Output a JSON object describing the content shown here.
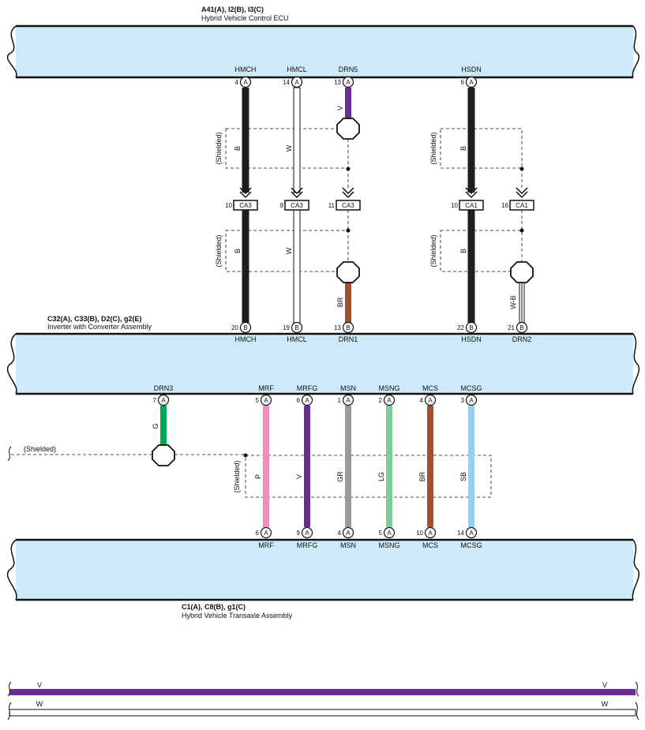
{
  "ecu": {
    "codes": "A41(A), I2(B), I3(C)",
    "name": "Hybrid Vehicle Control ECU"
  },
  "inverter": {
    "codes": "C32(A), C33(B), D2(C), g2(E)",
    "name": "Inverter with Converter Assembly"
  },
  "transaxle": {
    "codes": "C1(A), C8(B), g1(C)",
    "name": "Hybrid Vehicle Transaxle Assembly"
  },
  "shielded_label": "(Shielded)",
  "colors": {
    "box": "#cdeaf8",
    "black": "#1e1e1e",
    "violet": "#6a2d90",
    "brown": "#a0522d",
    "green": "#00a651",
    "pink": "#f08cbf",
    "gray": "#9a9a9a",
    "light_green": "#7ecb9d",
    "sky_blue": "#8fd3f4"
  },
  "top_wires": [
    {
      "top_name": "HMCH",
      "top_pin": "4",
      "top_conn": "A",
      "upper_color": "B",
      "mid_pin": "10",
      "mid_conn": "CA3",
      "lower_color": "B",
      "bot_pin": "20",
      "bot_conn": "B",
      "bot_name": "HMCH"
    },
    {
      "top_name": "HMCL",
      "top_pin": "14",
      "top_conn": "A",
      "upper_color": "W",
      "mid_pin": "9",
      "mid_conn": "CA3",
      "lower_color": "W",
      "bot_pin": "19",
      "bot_conn": "B",
      "bot_name": "HMCL"
    },
    {
      "top_name": "DRN5",
      "top_pin": "13",
      "top_conn": "A",
      "upper_color": "V",
      "mid_pin": "11",
      "mid_conn": "CA3",
      "lower_color": "BR",
      "bot_pin": "13",
      "bot_conn": "B",
      "bot_name": "DRN1"
    },
    {
      "top_name": "HSDN",
      "top_pin": "6",
      "top_conn": "A",
      "upper_color": "B",
      "mid_pin": "10",
      "mid_conn": "CA1",
      "lower_color": "B",
      "bot_pin": "22",
      "bot_conn": "B",
      "bot_name": "HSDN"
    },
    {
      "top_name": "",
      "top_pin": "",
      "top_conn": "",
      "upper_color": "",
      "mid_pin": "16",
      "mid_conn": "CA1",
      "lower_color": "W-B",
      "bot_pin": "21",
      "bot_conn": "B",
      "bot_name": "DRN2"
    }
  ],
  "bottom_wires": [
    {
      "top_name": "DRN3",
      "top_pin": "7",
      "top_conn": "A",
      "color": "G",
      "bot_pin": "",
      "bot_conn": "",
      "bot_name": ""
    },
    {
      "top_name": "MRF",
      "top_pin": "5",
      "top_conn": "A",
      "color": "P",
      "bot_pin": "6",
      "bot_conn": "A",
      "bot_name": "MRF"
    },
    {
      "top_name": "MRFG",
      "top_pin": "6",
      "top_conn": "A",
      "color": "V",
      "bot_pin": "9",
      "bot_conn": "A",
      "bot_name": "MRFG"
    },
    {
      "top_name": "MSN",
      "top_pin": "1",
      "top_conn": "A",
      "color": "GR",
      "bot_pin": "4",
      "bot_conn": "A",
      "bot_name": "MSN"
    },
    {
      "top_name": "MSNG",
      "top_pin": "2",
      "top_conn": "A",
      "color": "LG",
      "bot_pin": "5",
      "bot_conn": "A",
      "bot_name": "MSNG"
    },
    {
      "top_name": "MCS",
      "top_pin": "4",
      "top_conn": "A",
      "color": "BR",
      "bot_pin": "10",
      "bot_conn": "A",
      "bot_name": "MCS"
    },
    {
      "top_name": "MCSG",
      "top_pin": "3",
      "top_conn": "A",
      "color": "SB",
      "bot_pin": "14",
      "bot_conn": "A",
      "bot_name": "MCSG"
    }
  ],
  "legend": [
    {
      "left": "V",
      "right": "V"
    },
    {
      "left": "W",
      "right": "W"
    }
  ]
}
